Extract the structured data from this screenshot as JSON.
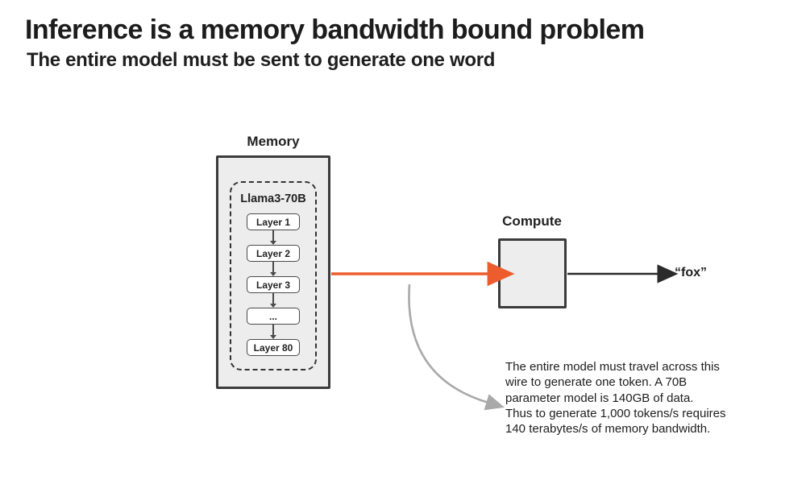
{
  "header": {
    "title": "Inference is a memory bandwidth bound problem",
    "subtitle": "The entire model must be sent to generate one word"
  },
  "diagram": {
    "memory": {
      "label": "Memory",
      "model": {
        "name": "Llama3-70B",
        "layers": [
          "Layer 1",
          "Layer 2",
          "Layer 3",
          "...",
          "Layer 80"
        ]
      }
    },
    "compute": {
      "label": "Compute"
    },
    "output": {
      "label": "“fox”"
    },
    "annotation": "The entire model must travel across this\nwire to generate one token. A 70B\nparameter model is 140GB of data.\nThus to generate 1,000 tokens/s requires\n140 terabytes/s of memory bandwidth.",
    "colors": {
      "wire_orange": "#ED5C2C",
      "output_arrow_black": "#2B2B2B",
      "annotation_arrow_gray": "#A9A9A9",
      "box_fill": "#EDEDED",
      "box_border": "#3B3B3B"
    }
  }
}
